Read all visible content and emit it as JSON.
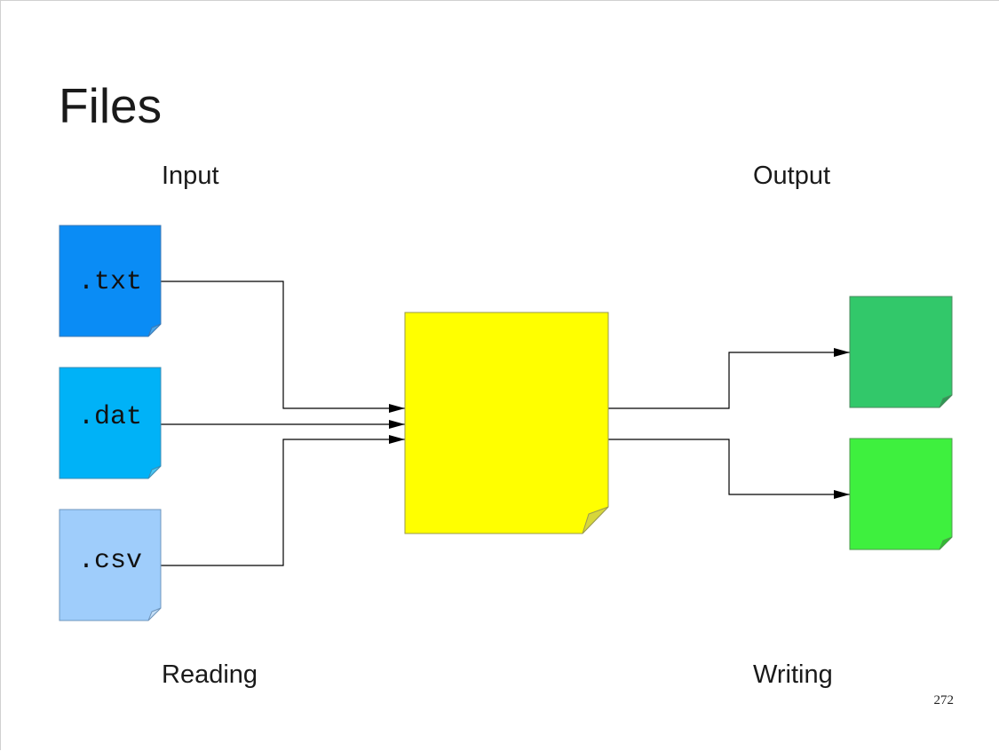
{
  "slide": {
    "title": "Files",
    "page_number": "272"
  },
  "labels": {
    "input": "Input",
    "output": "Output",
    "reading": "Reading",
    "writing": "Writing"
  },
  "input_files": [
    {
      "label": ".txt",
      "color": "#0a8cf5"
    },
    {
      "label": ".dat",
      "color": "#00b2f7"
    },
    {
      "label": ".csv",
      "color": "#9fcdfb"
    }
  ],
  "program": {
    "color": "#ffff00"
  },
  "output_files": [
    {
      "color": "#32c86a"
    },
    {
      "color": "#3ef03e"
    }
  ],
  "line_color": "#000000"
}
